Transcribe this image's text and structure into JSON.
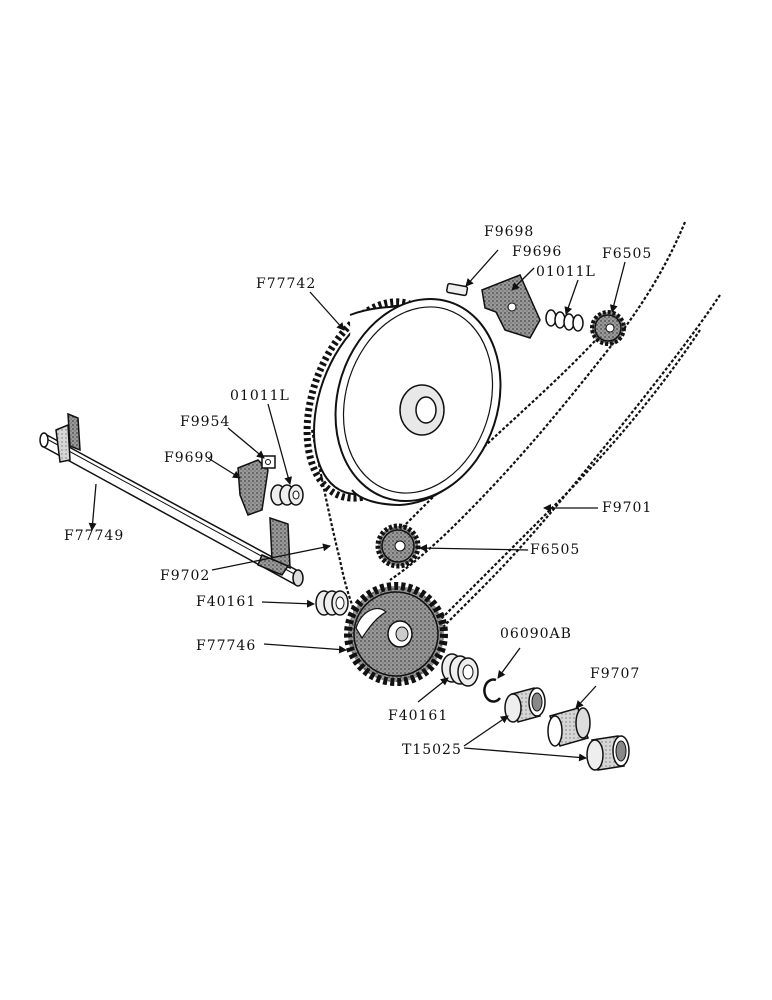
{
  "labels": {
    "f9698": "F9698",
    "f9696": "F9696",
    "f6505_top": "F6505",
    "l01011_top": "01011L",
    "f77742": "F77742",
    "l01011_left": "01011L",
    "f9954": "F9954",
    "f9699": "F9699",
    "f77749": "F77749",
    "f9702": "F9702",
    "f9701": "F9701",
    "f6505_mid": "F6505",
    "f40161_left": "F40161",
    "f77746": "F77746",
    "l06090ab": "06090AB",
    "f9707": "F9707",
    "f40161_bottom": "F40161",
    "t15025": "T15025"
  }
}
